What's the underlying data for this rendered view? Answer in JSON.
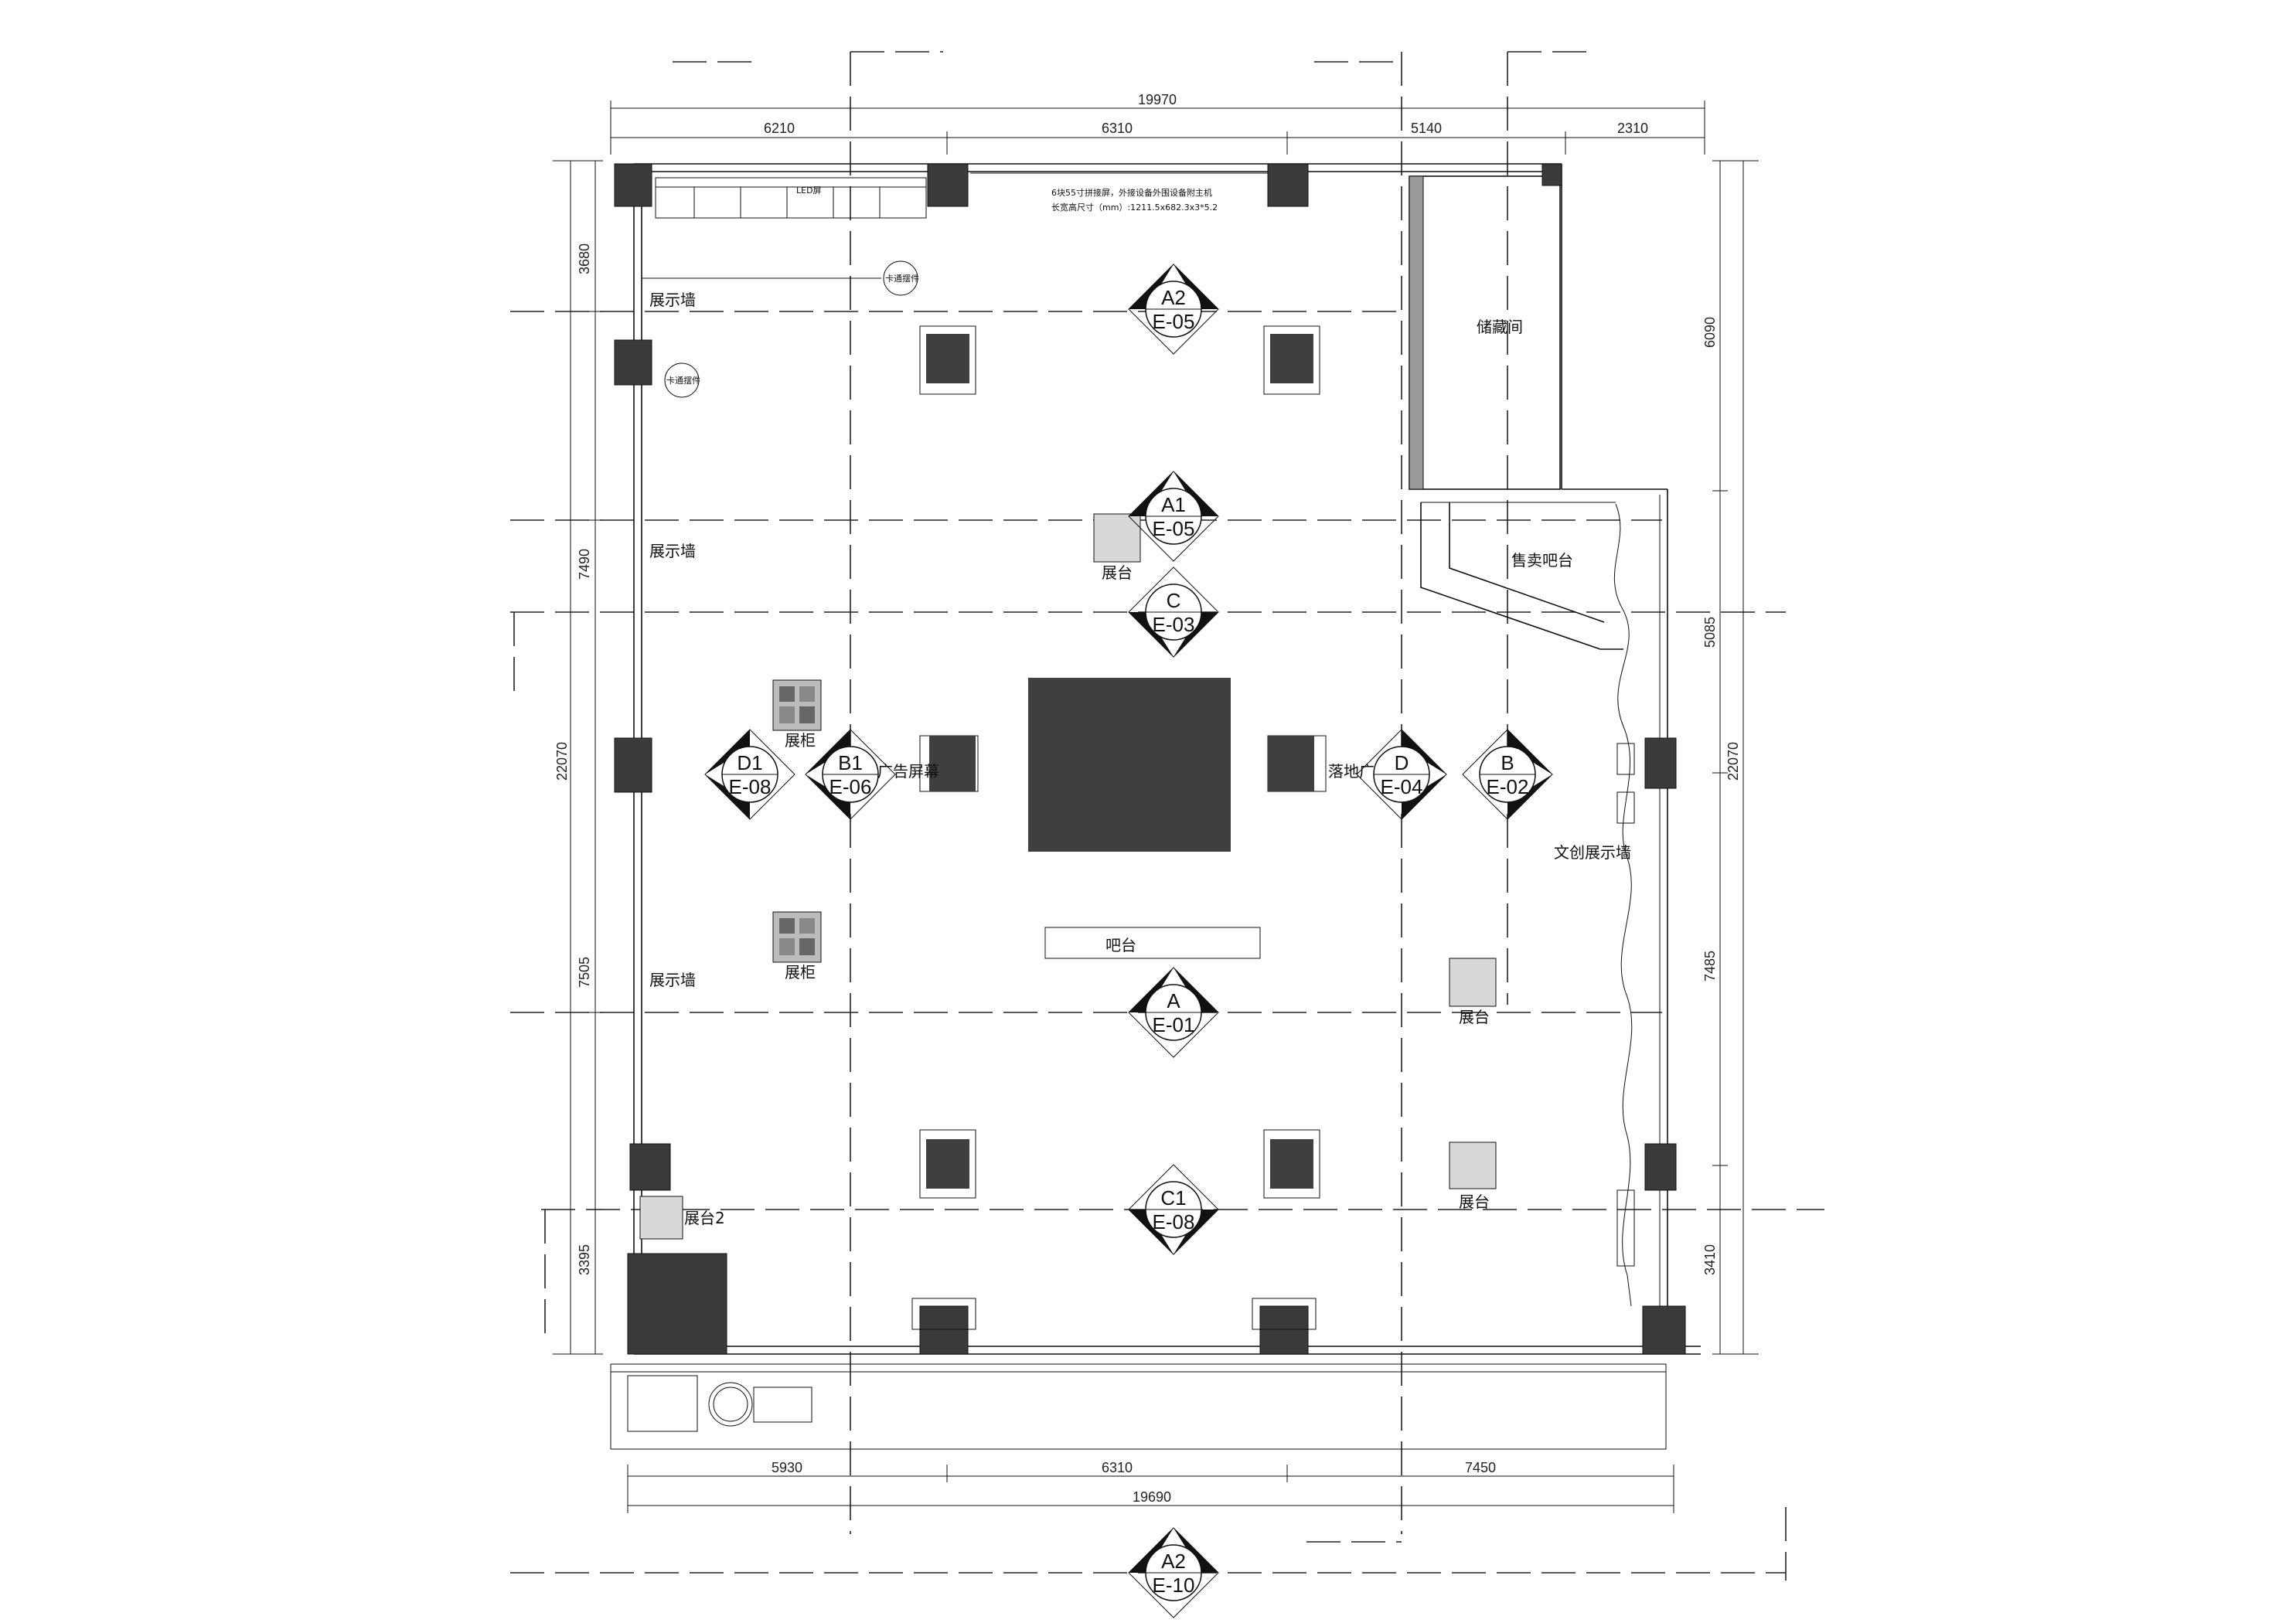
{
  "plan": {
    "dimensions_top": {
      "total": "19970",
      "segments": [
        "6210",
        "6310",
        "5140",
        "2310"
      ]
    },
    "dimensions_bottom": {
      "total": "19690",
      "segments": [
        "5930",
        "6310",
        "7450"
      ]
    },
    "dimensions_left": {
      "total": "22070",
      "segments": [
        "3680",
        "7490",
        "7505",
        "3395"
      ]
    },
    "dimensions_right": {
      "total": "22070",
      "segments": [
        "6090",
        "5085",
        "7485",
        "3410"
      ]
    },
    "rooms": {
      "storage": "储藏间",
      "sales_bar": "售卖吧台",
      "cultural_wall": "文创展示墙",
      "display_wall_1": "展示墙",
      "display_wall_2": "展示墙",
      "display_wall_3": "展示墙",
      "bar": "吧台",
      "cabinet_1": "展柜",
      "cabinet_2": "展柜",
      "platform_1": "展台",
      "platform_2": "展台",
      "platform_3": "展台",
      "platform_4": "展台2",
      "screen_left": "落地广告屏幕",
      "screen_right": "落地广告屏幕",
      "led_label": "LED屏",
      "top_note_1": "6块55寸拼接屏，外接设备外围设备附主机",
      "top_note_2": "长宽高尺寸（mm）:1211.5x682.3x3*5.2",
      "card_1": "卡通摆件",
      "card_2": "卡通摆件"
    },
    "elevation_markers": [
      {
        "top": "A2",
        "bottom": "E-05"
      },
      {
        "top": "A1",
        "bottom": "E-05"
      },
      {
        "top": "C",
        "bottom": "E-03"
      },
      {
        "top": "D1",
        "bottom": "E-08"
      },
      {
        "top": "B1",
        "bottom": "E-06"
      },
      {
        "top": "D",
        "bottom": "E-04"
      },
      {
        "top": "B",
        "bottom": "E-02"
      },
      {
        "top": "A",
        "bottom": "E-01"
      },
      {
        "top": "C1",
        "bottom": "E-08"
      },
      {
        "top": "A2",
        "bottom": "E-10"
      }
    ]
  }
}
